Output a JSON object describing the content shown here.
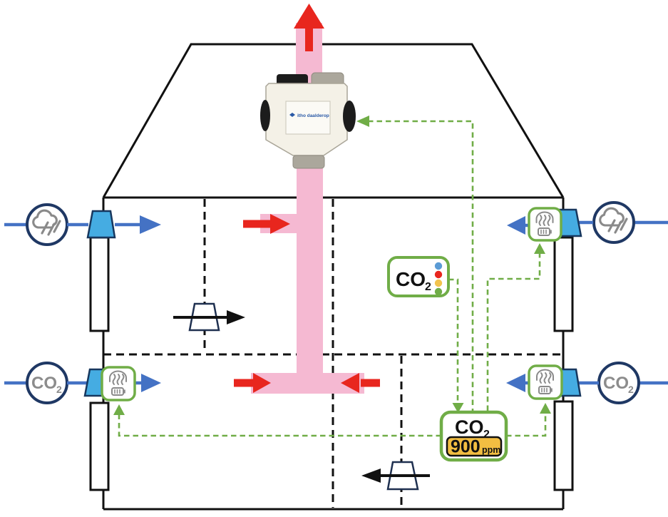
{
  "diagram": {
    "type": "home-ventilation-schematic",
    "description_tokens": {
      "outdoor_marker_top": "rain-cloud",
      "outdoor_marker_bottom": "CO2"
    }
  },
  "colors": {
    "duct_pink": "#F5B9D2",
    "exhaust_red": "#E8261E",
    "supply_blue": "#4472C4",
    "vent_fill_blue": "#45ACE2",
    "marker_navy": "#1F3864",
    "signal_green": "#70AD47",
    "reading_orange": "#F2BE42",
    "icon_gray": "#8A8A8A",
    "wall_black": "#111111"
  },
  "unit": {
    "brand": "itho daalderop"
  },
  "labels": {
    "co2_main": "CO",
    "co2_sub": "2"
  },
  "sensors": {
    "first_floor_sensor": {
      "label_main": "CO",
      "label_sub": "2",
      "status_dots": [
        "#5B9BD5",
        "#E8261E",
        "#F2C34E",
        "#70AD47"
      ]
    },
    "ground_floor_sensor": {
      "label_main": "CO",
      "label_sub": "2",
      "reading_value": "900",
      "reading_unit": "ppm"
    }
  }
}
